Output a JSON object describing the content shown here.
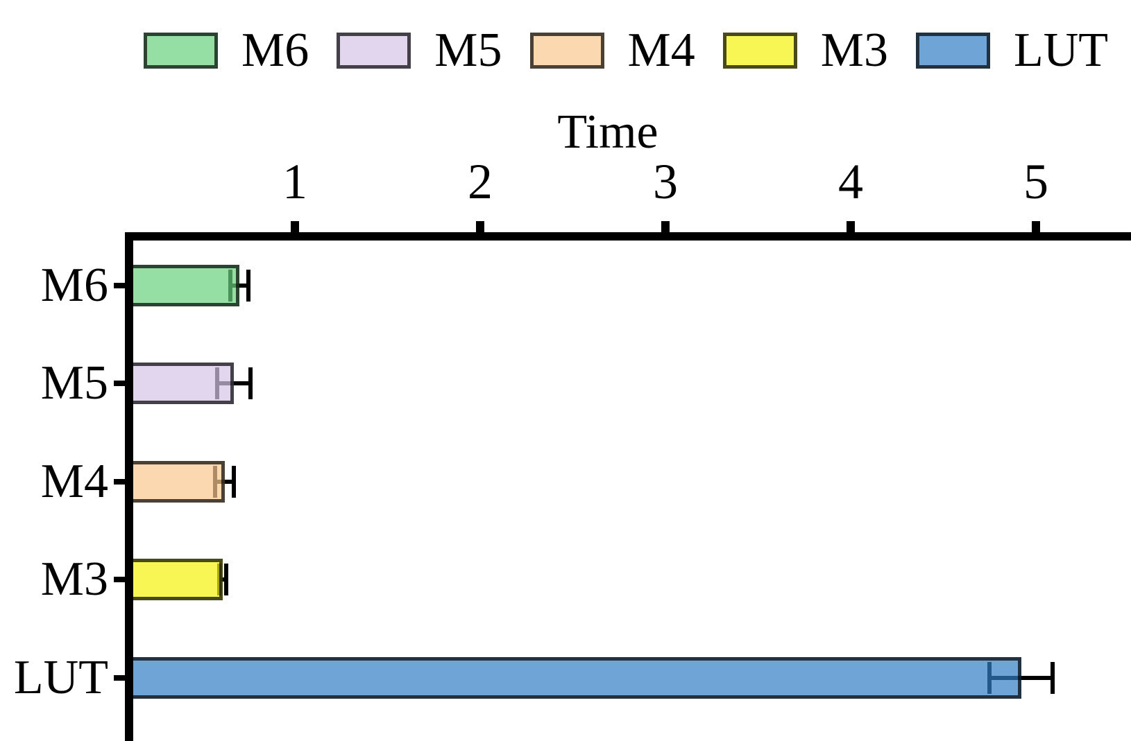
{
  "chart_data": {
    "type": "bar",
    "orientation": "horizontal",
    "title": "",
    "xlabel": "Time",
    "ylabel": "",
    "categories": [
      "M6",
      "M5",
      "M4",
      "M3",
      "LUT"
    ],
    "values": [
      0.7,
      0.67,
      0.62,
      0.61,
      4.92
    ],
    "errors": [
      0.05,
      0.09,
      0.05,
      0.02,
      0.17
    ],
    "xticks": [
      "1",
      "2",
      "3",
      "4",
      "5"
    ],
    "xlim": [
      0.08,
      5.51
    ],
    "grid": false,
    "legend_position": "top",
    "legend_entries": [
      "M6",
      "M5",
      "M4",
      "M3",
      "LUT"
    ],
    "colors": {
      "fills": [
        "rgba(104,209,126,0.7)",
        "rgba(213,196,232,0.7)",
        "rgba(250,200,142,0.7)",
        "rgba(245,242,12,0.7)",
        "rgba(49,126,196,0.7)"
      ],
      "edge": "rgba(0,0,0,0.7)",
      "error_bar": "#000000",
      "axis": "#000000"
    }
  }
}
